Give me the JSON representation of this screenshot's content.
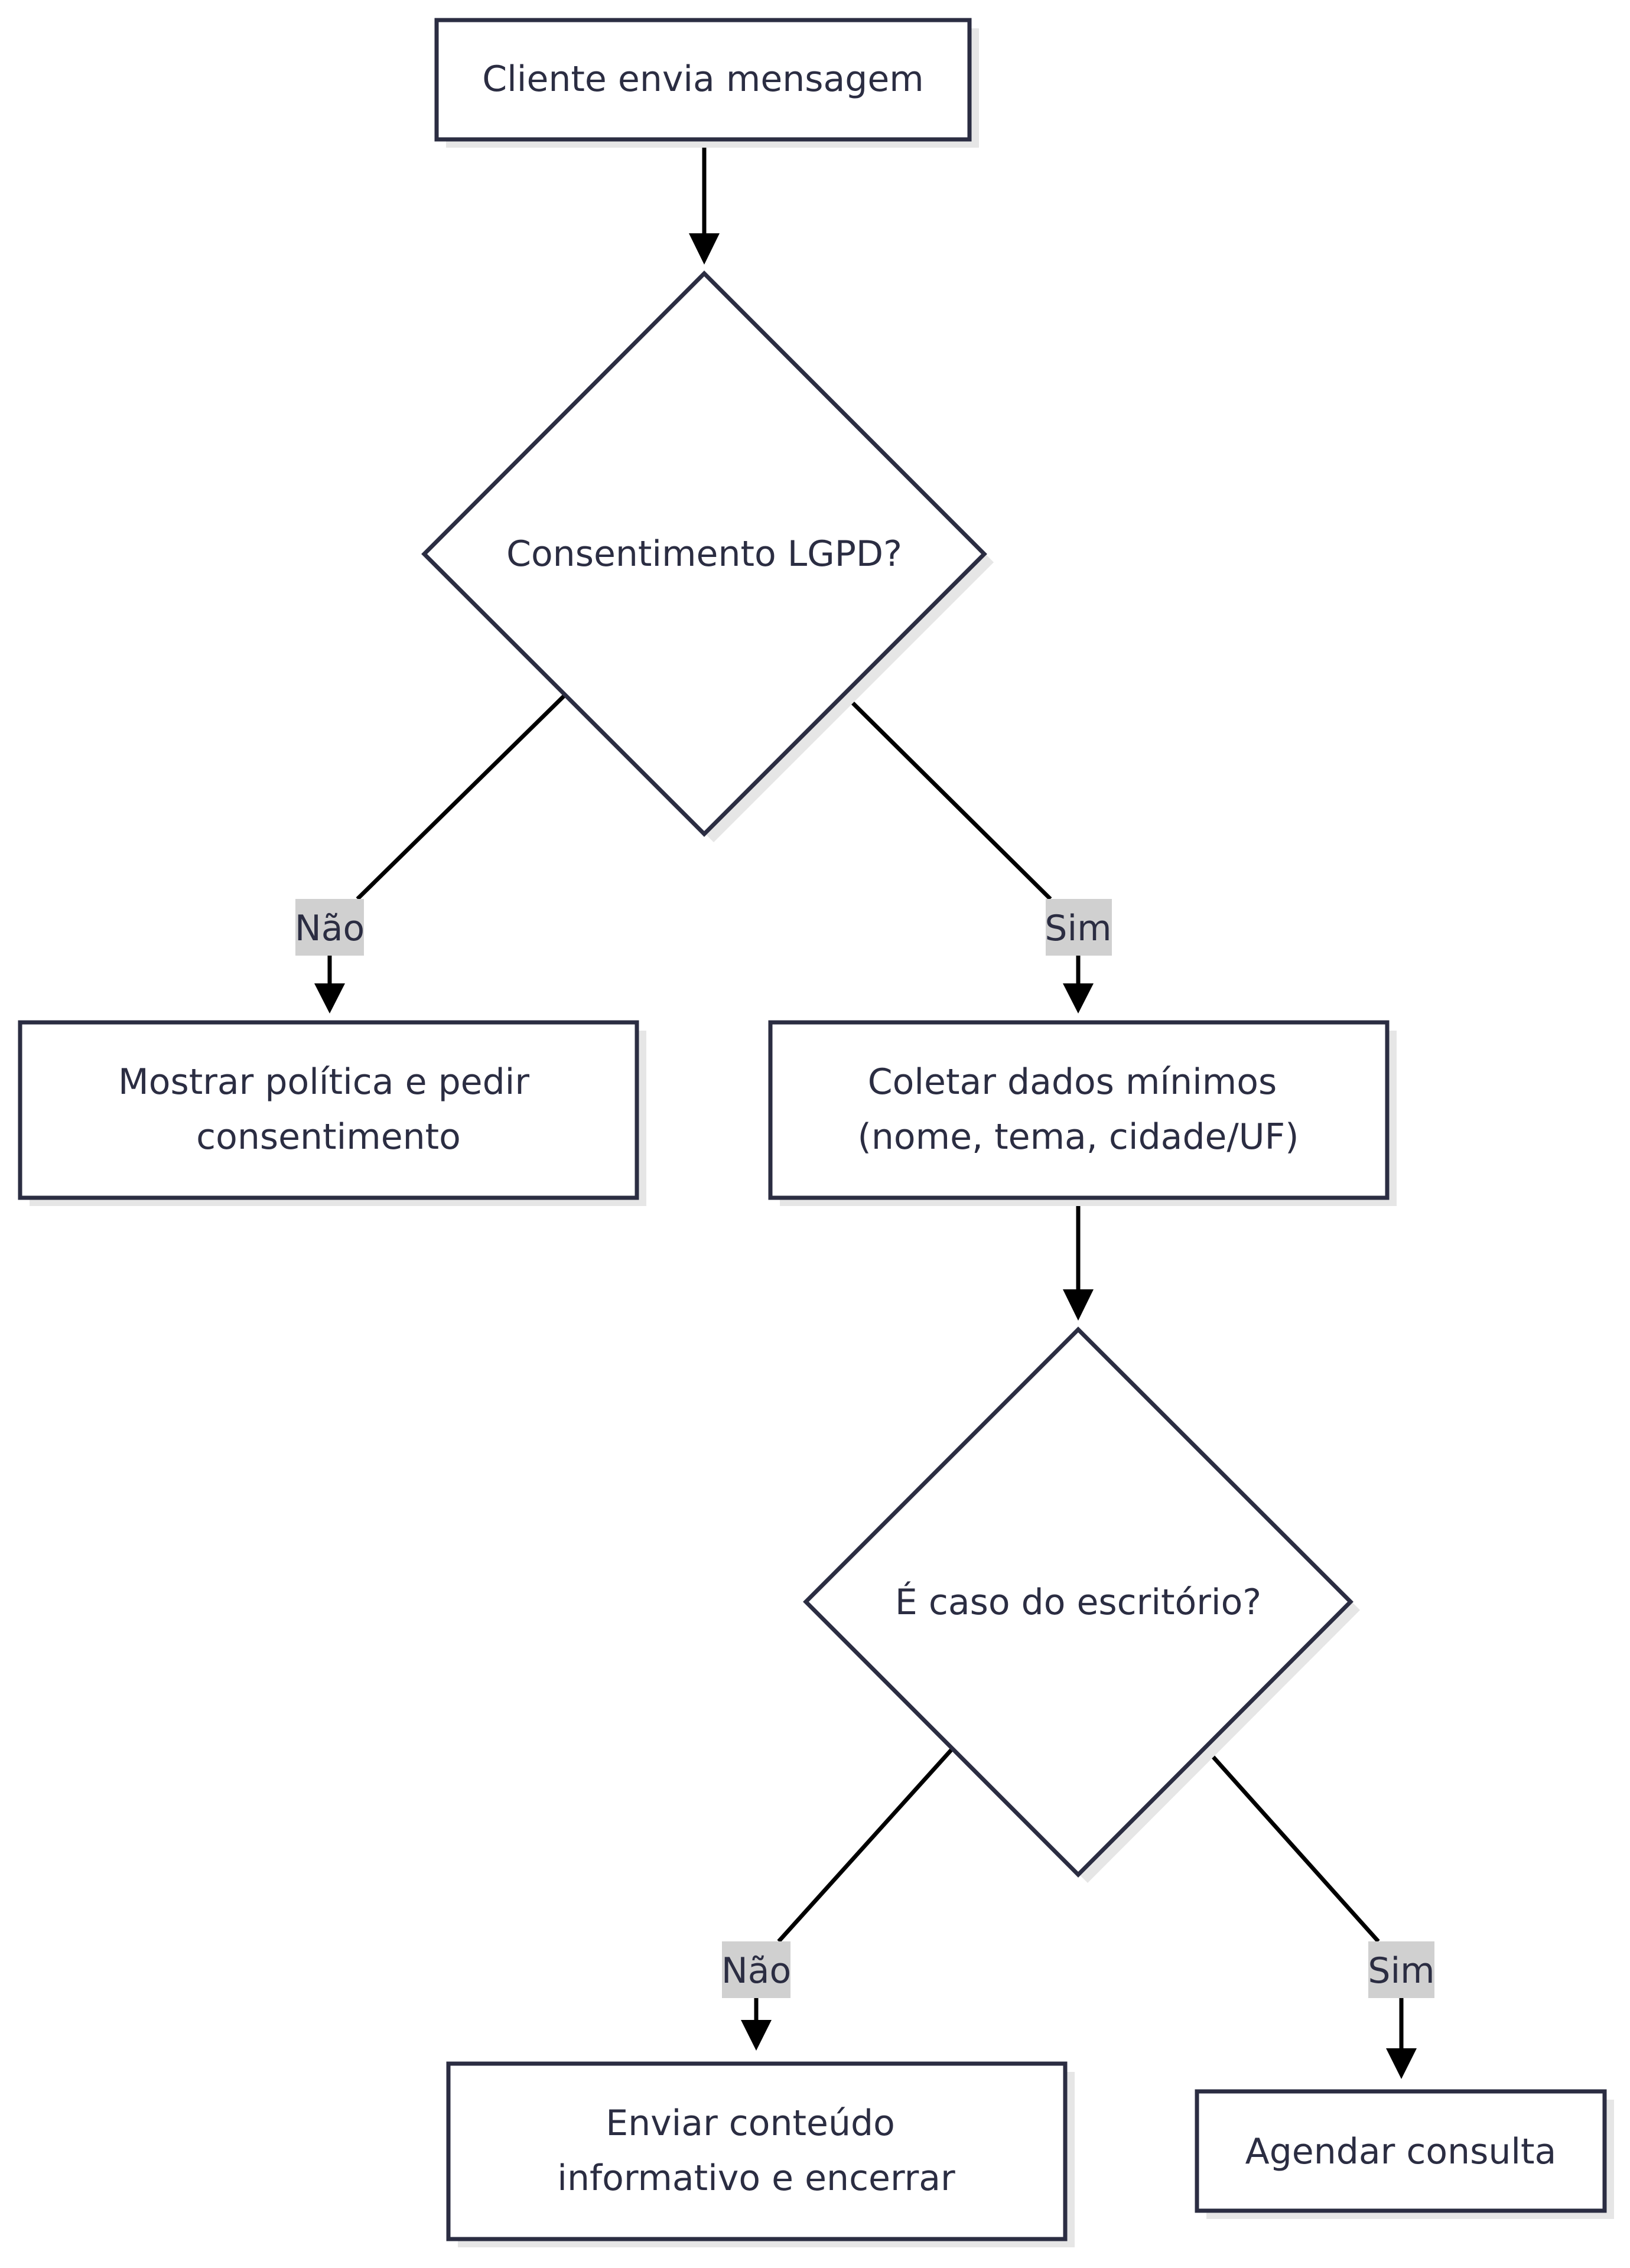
{
  "nodes": {
    "start": {
      "lines": [
        "Cliente envia mensagem"
      ]
    },
    "consent": {
      "lines": [
        "Consentimento LGPD?"
      ]
    },
    "show_policy": {
      "lines": [
        "Mostrar política e pedir",
        "consentimento"
      ]
    },
    "collect": {
      "lines": [
        "Coletar dados mínimos",
        "(nome, tema, cidade/UF)"
      ]
    },
    "is_case": {
      "lines": [
        "É caso do escritório?"
      ]
    },
    "send_info": {
      "lines": [
        "Enviar conteúdo",
        "informativo e encerrar"
      ]
    },
    "schedule": {
      "lines": [
        "Agendar consulta"
      ]
    }
  },
  "edges": {
    "consent_no": "Não",
    "consent_yes": "Sim",
    "case_no": "Não",
    "case_yes": "Sim"
  },
  "colors": {
    "stroke": "#2b2d42",
    "arrow": "#000000",
    "shadow": "#e6e6e6",
    "label_bg": "#d0d0d0"
  }
}
